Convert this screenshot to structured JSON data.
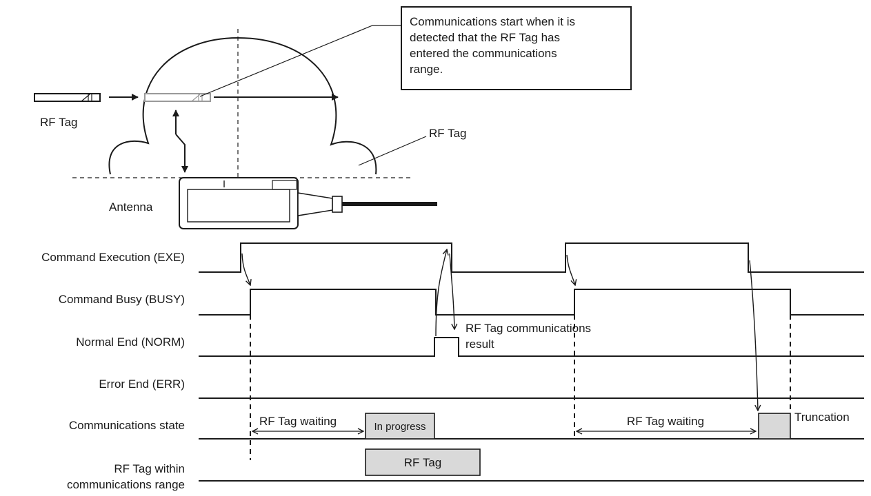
{
  "callout": {
    "lines": [
      "Communications start when it is",
      "detected that the RF Tag has",
      "entered the communications",
      "range."
    ]
  },
  "labels": {
    "rf_tag_left": "RF Tag",
    "rf_tag_range": "RF Tag",
    "antenna": "Antenna",
    "comm_result_line1": "RF Tag communications",
    "comm_result_line2": "result",
    "truncation": "Truncation"
  },
  "signals": [
    {
      "key": "exe",
      "label": "Command Execution (EXE)"
    },
    {
      "key": "busy",
      "label": "Command Busy (BUSY)"
    },
    {
      "key": "norm",
      "label": "Normal End (NORM)"
    },
    {
      "key": "err",
      "label": "Error End (ERR)"
    },
    {
      "key": "state",
      "label": "Communications state"
    },
    {
      "key": "range",
      "label_lines": [
        "RF Tag within",
        "communications range"
      ]
    }
  ],
  "states": {
    "waiting_1": "RF Tag waiting",
    "in_progress": "In progress",
    "waiting_2": "RF Tag waiting",
    "range_box": "RF Tag"
  },
  "colors": {
    "line": "#1a1a1a",
    "box_fill": "#d9d9d9",
    "tag_outline_gray": "#9a9a9a"
  }
}
